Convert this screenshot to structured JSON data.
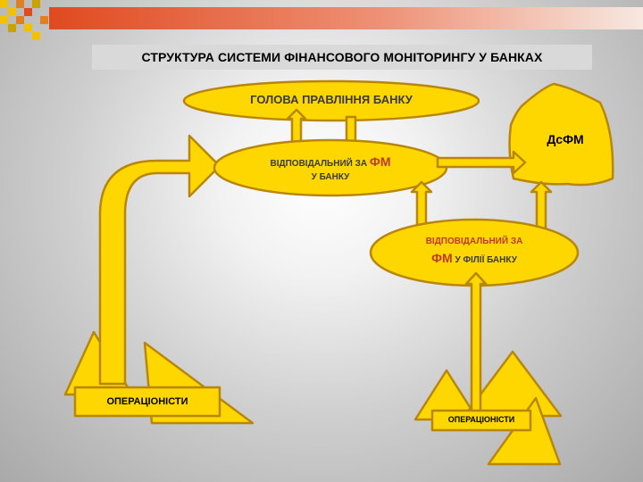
{
  "slide": {
    "title": "СТРУКТУРА СИСТЕМИ ФІНАНСОВОГО МОНІТОРИНГУ  У БАНКАХ"
  },
  "diagram": {
    "head": "ГОЛОВА ПРАВЛІННЯ БАНКУ",
    "dsfm": "ДсФМ",
    "bank_officer": {
      "line1_prefix": "ВІДПОВІДАЛЬНИЙ ЗА ",
      "line1_fm": "ФМ",
      "line2": "У БАНКУ"
    },
    "branch_officer": {
      "line1": "ВІДПОВІДАЛЬНИЙ ЗА",
      "line2_fm": "ФМ",
      "line2_suffix": " У ФІЛІЇ БАНКУ"
    },
    "operators_left": "ОПЕРАЦІОНІСТИ",
    "operators_right": "ОПЕРАЦІОНІСТИ"
  },
  "colors": {
    "shape_fill": "#ffd700",
    "shape_stroke": "#b8860b",
    "fm_text": "#c0392b",
    "banner_left": "#e04a1f",
    "banner_right": "#f7e8e0"
  }
}
